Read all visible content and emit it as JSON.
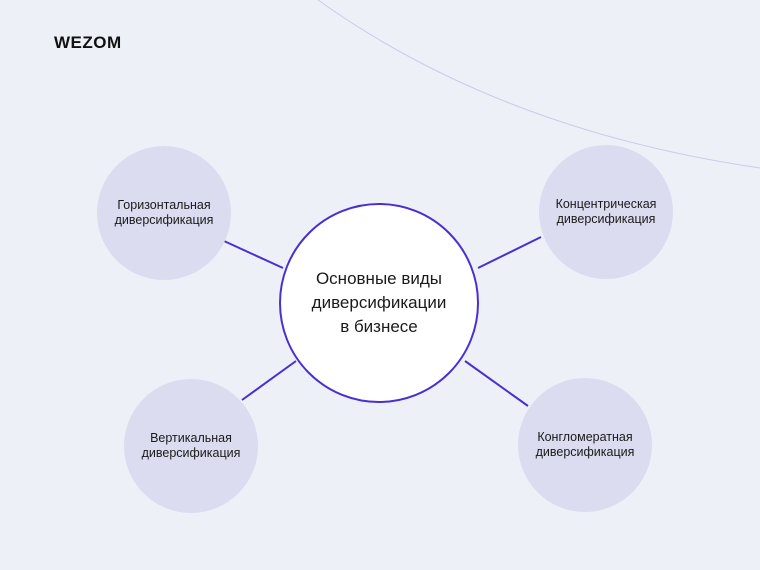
{
  "brand": {
    "logo_text": "WEZOM",
    "accent": "#4a2fd0",
    "circle_fill": "#dcdcf0",
    "background": "#eef0f8"
  },
  "diagram": {
    "center": {
      "lines": [
        "Основные виды",
        "диверсификации",
        "в бизнесе"
      ]
    },
    "nodes": [
      {
        "lines": [
          "Горизонтальная",
          "диверсификация"
        ]
      },
      {
        "lines": [
          "Концентрическая",
          "диверсификация"
        ]
      },
      {
        "lines": [
          "Вертикальная",
          "диверсификация"
        ]
      },
      {
        "lines": [
          "Конгломератная",
          "диверсификация"
        ]
      }
    ]
  }
}
